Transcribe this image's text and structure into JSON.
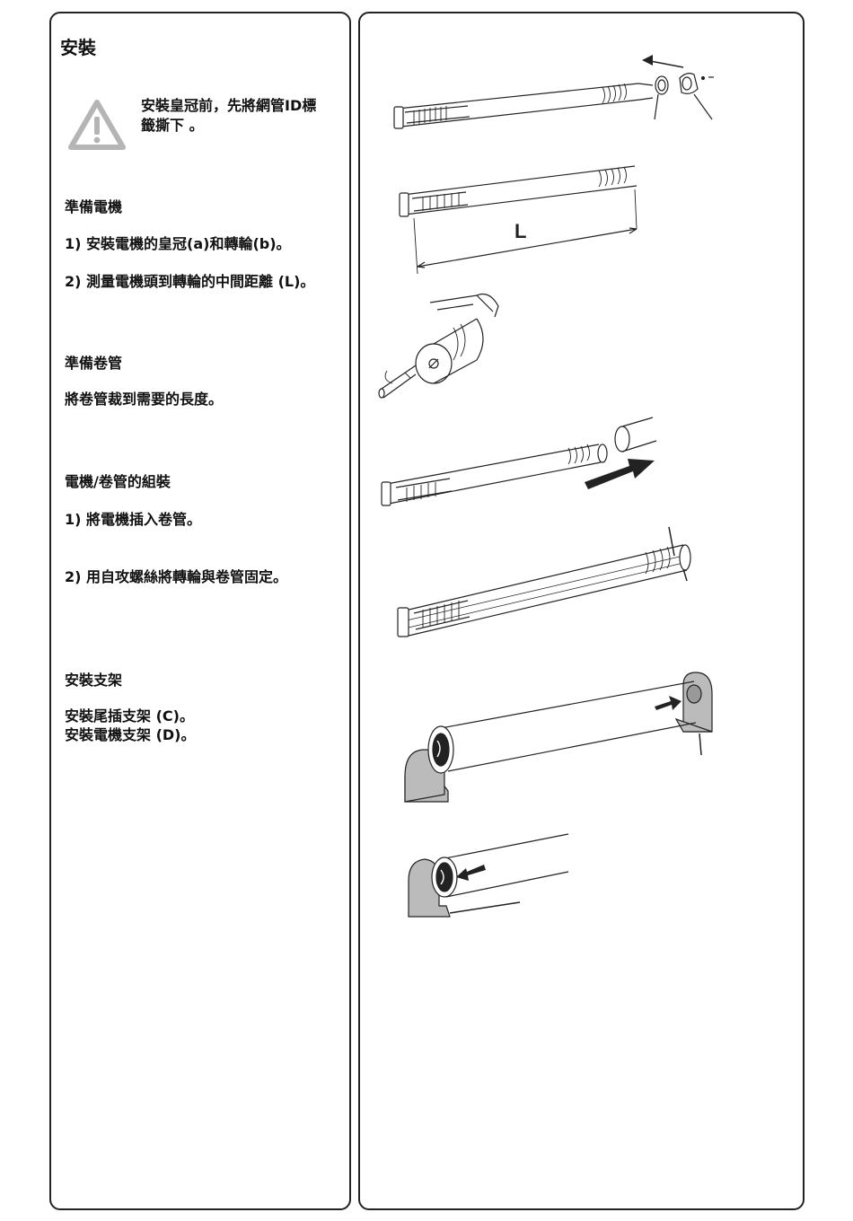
{
  "title": "安裝",
  "warning": {
    "icon": "warning-triangle-icon",
    "line1": "安裝皇冠前，先將網管ID標",
    "line2": "籤撕下 。"
  },
  "sections": [
    {
      "heading": "準備電機",
      "lines": [
        "1) 安裝電機的皇冠(a)和轉輪(b)。",
        "2) 測量電機頭到轉輪的中間距離 (L)。"
      ]
    },
    {
      "heading": "準備卷管",
      "lines": [
        "將卷管裁到需要的長度。"
      ]
    },
    {
      "heading": "電機/卷管的組裝",
      "lines": [
        "1) 將電機插入卷管。",
        "2) 用自攻螺絲將轉輪與卷管固定。"
      ]
    },
    {
      "heading": "安裝支架",
      "lines": [
        "安裝尾插支架 (C)。",
        "安裝電機支架 (D)。"
      ]
    }
  ],
  "diagram": {
    "measure_label": "L"
  },
  "colors": {
    "border": "#222222",
    "bracket_fill": "#bbbbbb",
    "warning_gray": "#b5b5b5"
  }
}
